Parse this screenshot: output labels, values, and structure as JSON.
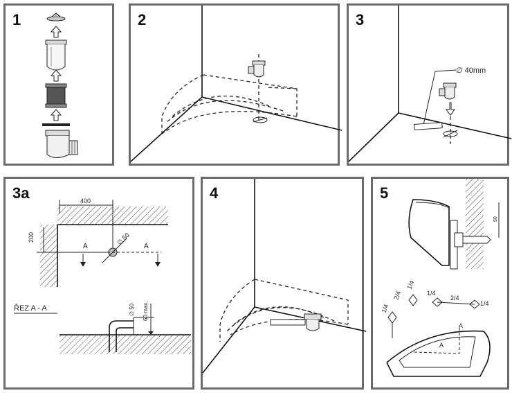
{
  "panels": {
    "p1": {
      "number": "1"
    },
    "p2": {
      "number": "2"
    },
    "p3": {
      "number": "3",
      "diameter_label": "∅ 40mm"
    },
    "p3a": {
      "number": "3a",
      "dim_width": "400",
      "dim_height": "200",
      "diameter_label": "∅ 50",
      "section_marker_left": "A",
      "section_marker_right": "A",
      "section_title": "ŘEZ A - A",
      "pipe_diameter_label": "∅ 50",
      "max_depth_label": "60 max."
    },
    "p4": {
      "number": "4"
    },
    "p5": {
      "number": "5",
      "dim_height": "50",
      "frac_1": "1/4",
      "frac_2": "2/4",
      "frac_3": "1/4",
      "frac_4": "1/4",
      "frac_5": "2/4",
      "frac_6": "1/4",
      "marker_a_top": "A",
      "marker_a_bottom": "A"
    }
  }
}
